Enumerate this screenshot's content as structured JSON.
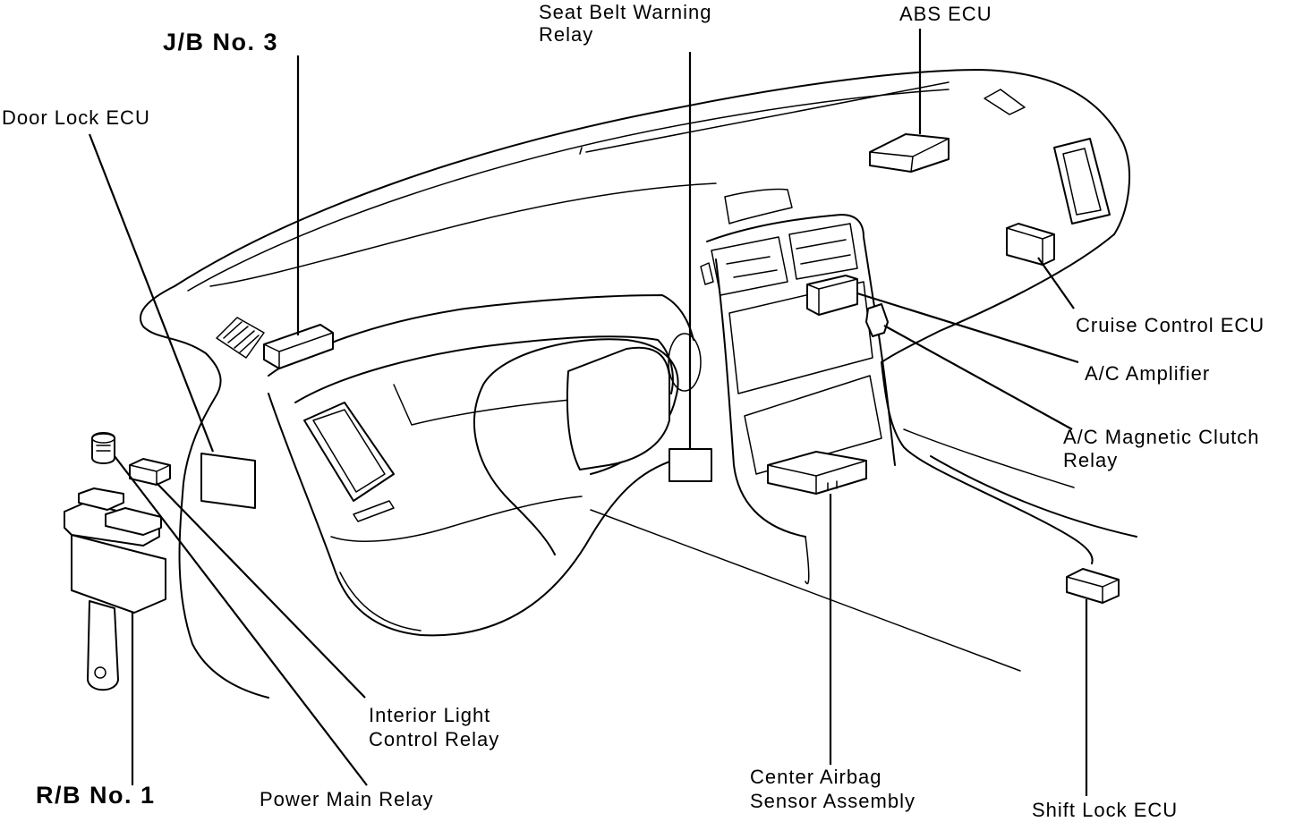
{
  "labels": {
    "seat_belt_warning_relay": [
      "Seat Belt Warning",
      "Relay"
    ],
    "abs_ecu": "ABS ECU",
    "jb_no3": "J/B No. 3",
    "door_lock_ecu": "Door Lock ECU",
    "cruise_control_ecu": "Cruise Control ECU",
    "ac_amplifier": "A/C Amplifier",
    "ac_magnetic_clutch_relay": [
      "A/C Magnetic Clutch",
      "Relay"
    ],
    "interior_light_control_relay": [
      "Interior Light",
      "Control Relay"
    ],
    "rb_no1": "R/B No. 1",
    "power_main_relay": "Power Main Relay",
    "center_airbag_sensor_assembly": [
      "Center Airbag",
      "Sensor Assembly"
    ],
    "shift_lock_ecu": "Shift Lock ECU"
  }
}
